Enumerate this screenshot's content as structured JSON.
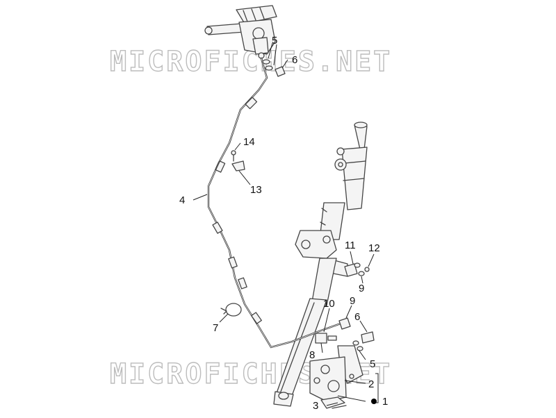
{
  "watermark": {
    "text": "MICROFICHES.NET"
  },
  "callouts": [
    {
      "id": "c1",
      "label": "1"
    },
    {
      "id": "c2",
      "label": "2"
    },
    {
      "id": "c3",
      "label": "3"
    },
    {
      "id": "c4",
      "label": "4"
    },
    {
      "id": "c5a",
      "label": "5"
    },
    {
      "id": "c5b",
      "label": "5"
    },
    {
      "id": "c6a",
      "label": "6"
    },
    {
      "id": "c6b",
      "label": "6"
    },
    {
      "id": "c7",
      "label": "7"
    },
    {
      "id": "c8",
      "label": "8"
    },
    {
      "id": "c9a",
      "label": "9"
    },
    {
      "id": "c9b",
      "label": "9"
    },
    {
      "id": "c10",
      "label": "10"
    },
    {
      "id": "c11",
      "label": "11"
    },
    {
      "id": "c12",
      "label": "12"
    },
    {
      "id": "c13",
      "label": "13"
    },
    {
      "id": "c14",
      "label": "14"
    }
  ],
  "colors": {
    "line": "#444444",
    "watermark": "#bcbcbc",
    "dot": "#000000"
  }
}
